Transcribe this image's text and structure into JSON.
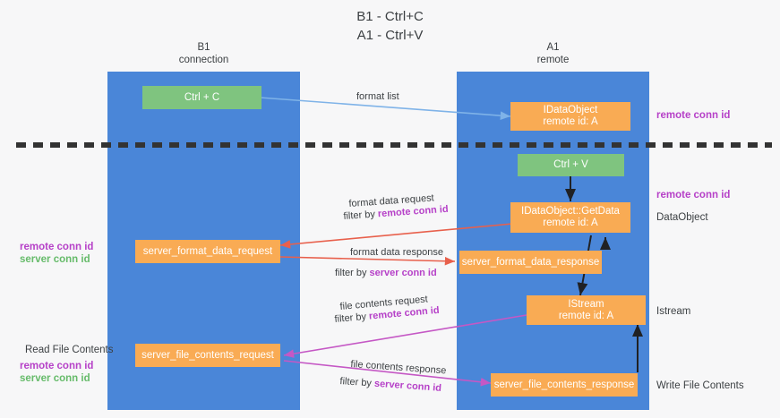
{
  "title": "B1 - Ctrl+C\nA1 - Ctrl+V",
  "lanes": {
    "left": {
      "name": "B1",
      "sub": "connection",
      "label": "B1\nconnection"
    },
    "right": {
      "name": "A1",
      "sub": "remote",
      "label": "A1\nremote"
    }
  },
  "colors": {
    "lane": "#4a86d8",
    "green_node": "#7fc47f",
    "orange_node": "#f9ab54",
    "purple_text": "#b641c8",
    "green_text": "#66bb6a",
    "background": "#f7f7f8",
    "divider": "#333333",
    "arrow_blue": "#7fb3e8",
    "arrow_red": "#e8604c",
    "arrow_magenta": "#c558c5",
    "arrow_black": "#202124"
  },
  "nodes": [
    {
      "id": "ctrl-c",
      "label": "Ctrl + C"
    },
    {
      "id": "idataobject",
      "label": "IDataObject\nremote id: A"
    },
    {
      "id": "ctrl-v",
      "label": "Ctrl + V"
    },
    {
      "id": "idataobject-getdata",
      "label": "IDataObject::GetData\nremote id: A"
    },
    {
      "id": "server-format-data-request",
      "label": "server_format_data_request"
    },
    {
      "id": "server-format-data-response",
      "label": "server_format_data_response"
    },
    {
      "id": "istream",
      "label": "IStream\nremote id: A"
    },
    {
      "id": "server-file-contents-request",
      "label": "server_file_contents_request"
    },
    {
      "id": "server-file-contents-response",
      "label": "server_file_contents_response"
    }
  ],
  "edge_labels": {
    "format_list": "format list",
    "format_data_request": "format data request",
    "format_data_request_filter_prefix": "filter by ",
    "format_data_request_filter_key": "remote conn id",
    "format_data_response": "format data response",
    "format_data_response_filter_prefix": "filter by ",
    "format_data_response_filter_key": "server conn id",
    "file_contents_request": "file contents request",
    "file_contents_request_filter_prefix": "filter by ",
    "file_contents_request_filter_key": "remote conn id",
    "file_contents_response": "file contents response",
    "file_contents_response_filter_prefix": "filter by ",
    "file_contents_response_filter_key": "server conn id"
  },
  "annotations": {
    "right_remote_conn_id_top": "remote conn id",
    "right_remote_conn_id_mid": "remote conn id",
    "right_dataobject": "DataObject",
    "right_istream": "Istream",
    "right_write_file_contents": "Write File Contents",
    "left_remote_conn_id": "remote conn id",
    "left_server_conn_id": "server conn id",
    "left_read_file_contents": "Read File Contents",
    "left_remote_conn_id_2": "remote conn id",
    "left_server_conn_id_2": "server conn id"
  }
}
